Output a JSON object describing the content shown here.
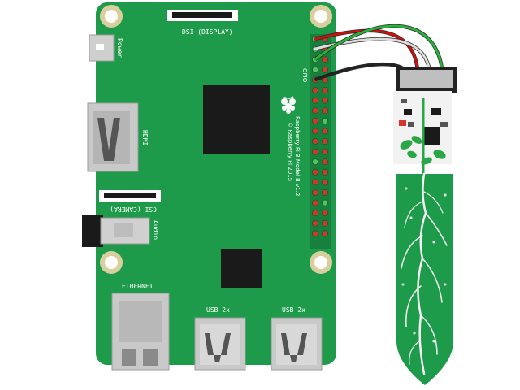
{
  "board": {
    "labels": {
      "dsi": "DSI (DISPLAY)",
      "power": "Power",
      "hdmi": "HDMI",
      "csi": "CSI (CAMERA)",
      "audio": "Audio",
      "ethernet": "ETHERNET",
      "usb1": "USB 2x",
      "usb2": "USB 2x",
      "gpio": "GPIO",
      "model": "Raspberry Pi 3 Model B v1.2",
      "copyright": "© Raspberry Pi 2015"
    },
    "colors": {
      "pcb": "#1e9b4a",
      "pcb_dark": "#17803c",
      "chip": "#1a1a1a",
      "metal": "#c9c9c9",
      "hole_ring": "#d9cf9e",
      "pin": "#d8352a",
      "pin_green": "#58c25a"
    }
  },
  "wires": {
    "colors": [
      "#cc1111",
      "#dddddd",
      "#222222",
      "#28b23c"
    ]
  },
  "sensor": {
    "colors": {
      "probe": "#1e9b4a",
      "roots": "#f3f3f3"
    }
  }
}
